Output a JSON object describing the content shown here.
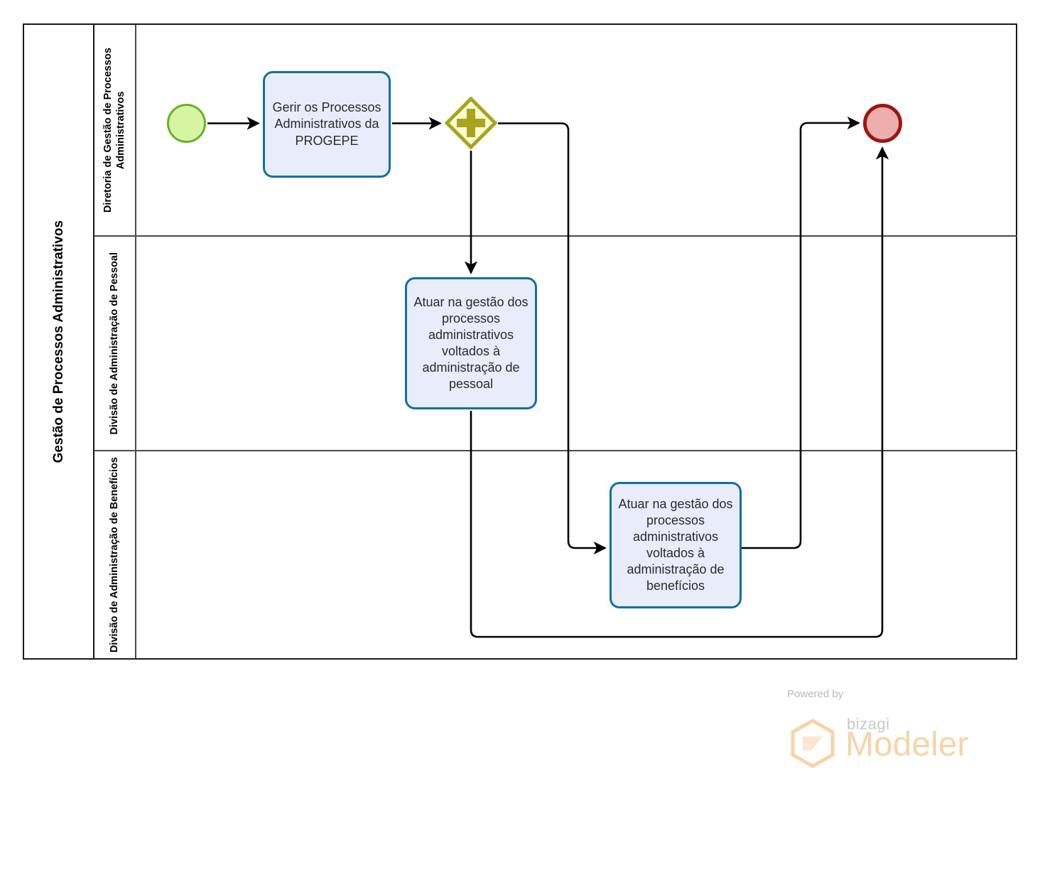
{
  "diagram": {
    "type": "bpmn-process-diagram",
    "pool": {
      "name": "Gestão de Processos Administrativos"
    },
    "lanes": [
      {
        "id": "lane-diretoria",
        "name": "Diretoria de Gestão de Processos Administrativos"
      },
      {
        "id": "lane-pessoal",
        "name": "Divisão de Administração de Pessoal"
      },
      {
        "id": "lane-beneficios",
        "name": "Divisão de Administração de Benefícios"
      }
    ],
    "events": [
      {
        "id": "start-event",
        "type": "start",
        "label": "",
        "lane": "lane-diretoria"
      },
      {
        "id": "end-event",
        "type": "end",
        "label": "",
        "lane": "lane-diretoria"
      }
    ],
    "gateways": [
      {
        "id": "parallel-gateway",
        "type": "parallel",
        "symbol": "plus",
        "label": "",
        "lane": "lane-diretoria"
      }
    ],
    "tasks": [
      {
        "id": "task-gerir",
        "name": "Gerir os Processos Administrativos da PROGEPE",
        "lane": "lane-diretoria"
      },
      {
        "id": "task-pessoal",
        "name": "Atuar na gestão dos processos administrativos voltados à administração de pessoal",
        "lane": "lane-pessoal"
      },
      {
        "id": "task-beneficios",
        "name": "Atuar na gestão dos processos administrativos voltados à administração de benefícios",
        "lane": "lane-beneficios"
      }
    ],
    "sequence_flows": [
      {
        "id": "flow-1",
        "from": "start-event",
        "to": "task-gerir",
        "label": ""
      },
      {
        "id": "flow-2",
        "from": "task-gerir",
        "to": "parallel-gateway",
        "label": ""
      },
      {
        "id": "flow-3",
        "from": "parallel-gateway",
        "to": "task-pessoal",
        "label": ""
      },
      {
        "id": "flow-4",
        "from": "parallel-gateway",
        "to": "task-beneficios",
        "label": ""
      },
      {
        "id": "flow-5",
        "from": "task-beneficios",
        "to": "end-event",
        "label": ""
      },
      {
        "id": "flow-6",
        "from": "task-pessoal",
        "to": "end-event",
        "label": ""
      }
    ]
  },
  "colors": {
    "pool_border": "#1a1a1a",
    "lane_border": "#4a4a4a",
    "task_fill": "#e9edfb",
    "task_border": "#12709f",
    "start_event_fill": "#d6f5a3",
    "start_event_border": "#6ab023",
    "end_event_fill": "#edaeae",
    "end_event_border": "#9c1714",
    "gateway_fill": "#fdfcd1",
    "gateway_border": "#a8a420",
    "gateway_symbol": "#a8a420",
    "connector": "#000000",
    "watermark_orange": "#f7d3a8",
    "watermark_gray": "#bdbdbd"
  },
  "watermark": {
    "powered_by": "Powered by",
    "brand": "bizagi",
    "product": "Modeler"
  }
}
